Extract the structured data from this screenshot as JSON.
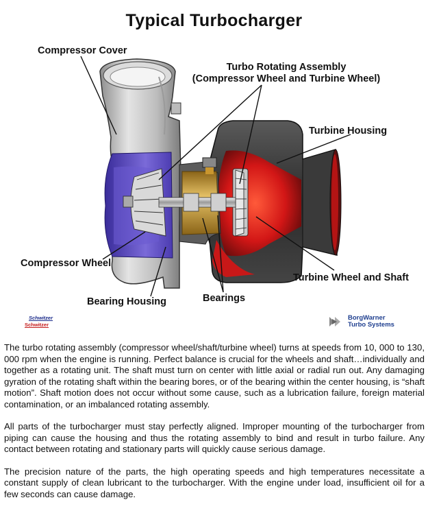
{
  "title": "Typical Turbocharger",
  "labels": {
    "compressor_cover": "Compressor Cover",
    "rotating_assembly_line1": "Turbo Rotating Assembly",
    "rotating_assembly_line2": "(Compressor Wheel and Turbine Wheel)",
    "turbine_housing": "Turbine Housing",
    "compressor_wheel": "Compressor Wheel",
    "turbine_wheel_shaft": "Turbine Wheel and Shaft",
    "bearing_housing": "Bearing Housing",
    "bearings": "Bearings"
  },
  "logos": {
    "left_line1": "Schwitzer",
    "left_line2": "Schwitzer",
    "right_line1": "BorgWarner",
    "right_line2": "Turbo Systems"
  },
  "paragraphs": [
    "The turbo rotating assembly (compressor wheel/shaft/turbine wheel) turns at speeds from 10, 000 to 130, 000 rpm when the engine is running.  Perfect balance is crucial for the wheels and shaft…individually and together as a rotating unit.  The shaft must turn on center with little axial or radial run out.  Any damaging gyration of the rotating shaft within the bearing bores, or of the bearing within the center housing, is “shaft motion”.  Shaft motion does not occur without some cause, such as a lubrication failure, foreign material contamination, or an imbalanced rotating assembly.",
    "All parts of the turbocharger must stay perfectly aligned.  Improper mounting of the turbocharger from piping can cause the housing and thus the rotating assembly to bind and result in turbo failure.  Any contact between rotating and stationary parts will quickly cause serious damage.",
    "The precision nature of the parts, the high operating speeds and high temperatures necessitate a constant supply of clean lubricant to the turbocharger.  With the engine under load, insufficient oil for a few seconds can cause damage."
  ],
  "colors": {
    "compressor_cover": "#c9c9c9",
    "compressor_blue": "#5a48b8",
    "bearing_brass": "#c9962e",
    "turbine_housing": "#2e2e2e",
    "turbine_hot": "#e01818"
  }
}
